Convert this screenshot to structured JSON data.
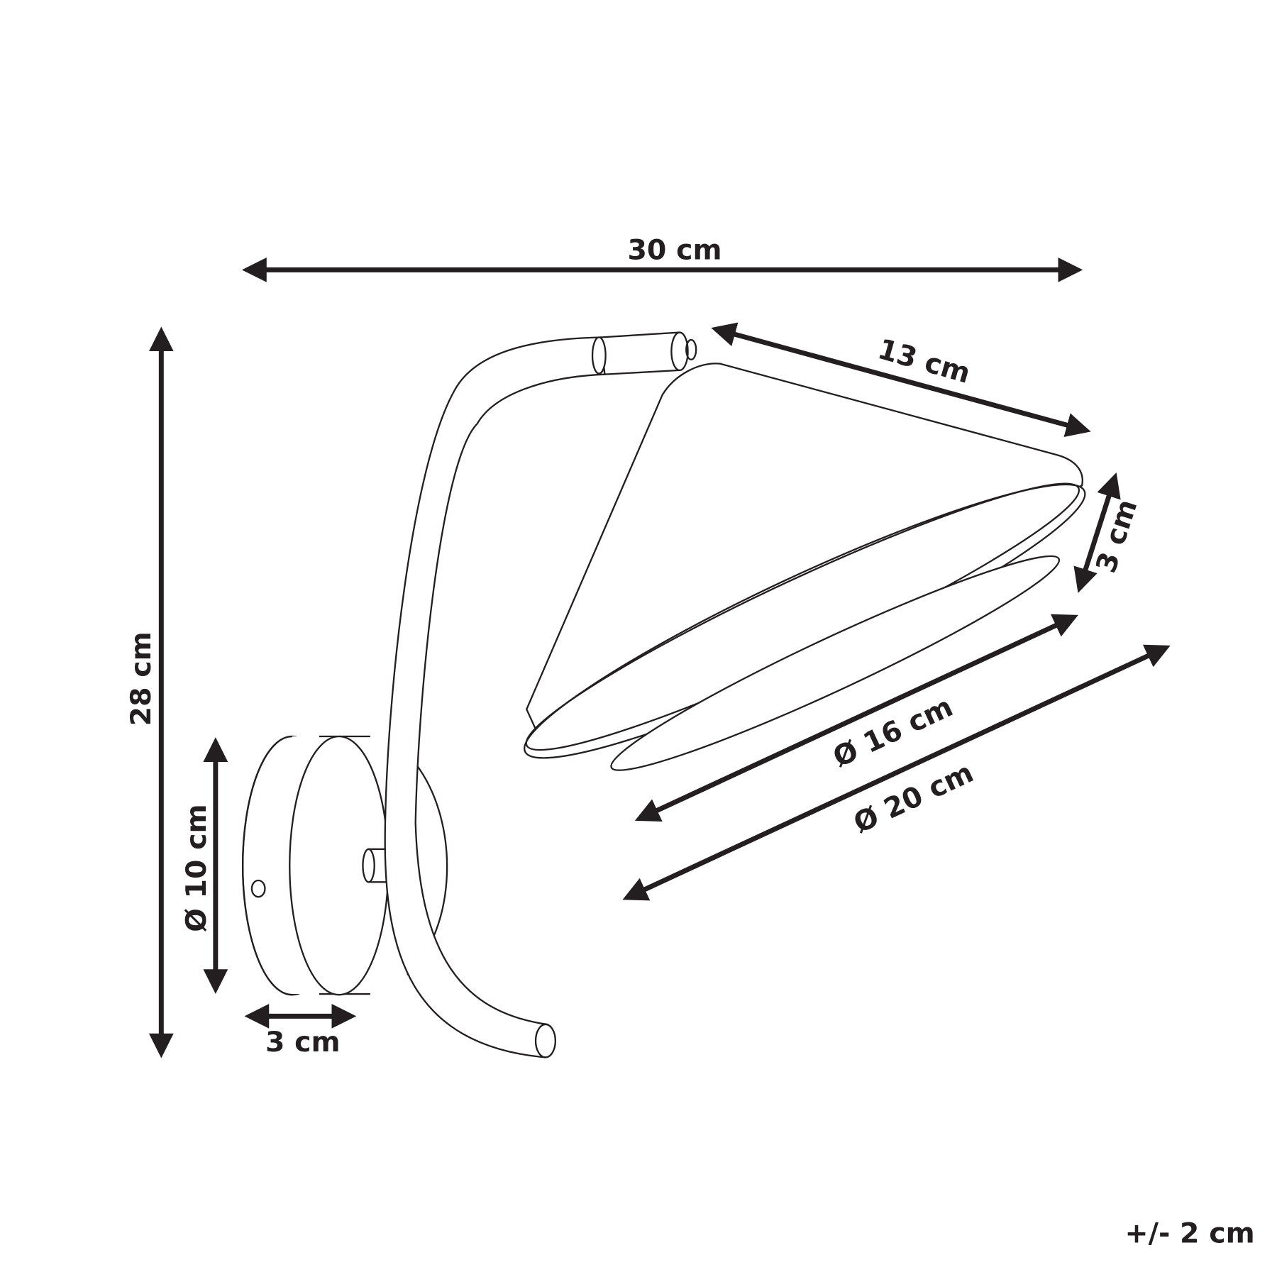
{
  "title": "Wall lamp dimensions",
  "colors": {
    "ink": "#231f20",
    "background": "#ffffff"
  },
  "dimensions": {
    "total_width": "30 cm",
    "total_height": "28 cm",
    "base_diameter": "Ø 10 cm",
    "base_depth": "3 cm",
    "shade_length": "13 cm",
    "shade_height": "3 cm",
    "diffuser_diameter": "Ø 16 cm",
    "shade_diameter": "Ø 20 cm"
  },
  "tolerance": "+/- 2 cm"
}
